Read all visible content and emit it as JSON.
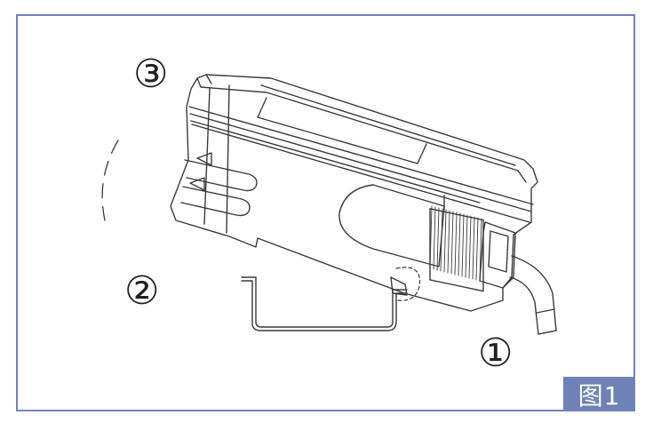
{
  "labels": {
    "step_one": "①",
    "step_two": "②",
    "step_three": "③"
  },
  "figure_tag": "图1",
  "colors": {
    "frame_border": "#6f82b7",
    "tag_background": "#6f82b7",
    "tag_text": "#ffffff",
    "line_art": "#3a3a3a"
  }
}
